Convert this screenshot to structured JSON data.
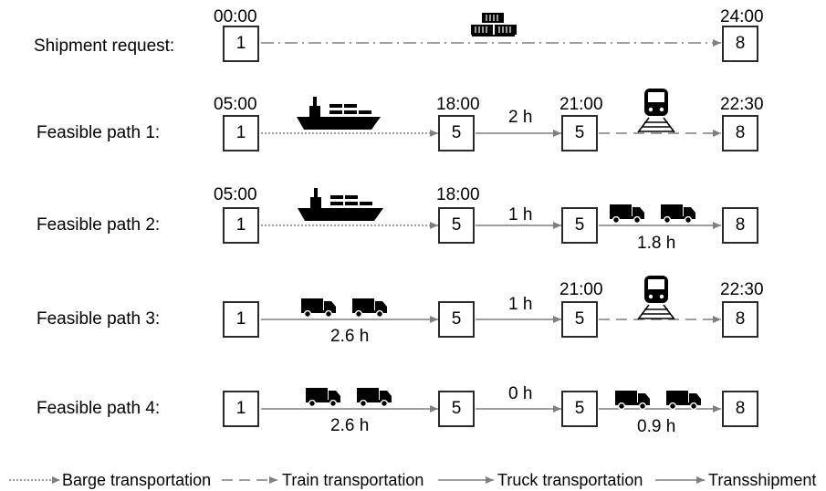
{
  "rows": [
    {
      "label": "Shipment request:",
      "nodes": [
        "1",
        "8"
      ],
      "times": [
        "00:00",
        "24:00"
      ]
    },
    {
      "label": "Feasible path 1:",
      "nodes": [
        "1",
        "5",
        "5",
        "8"
      ],
      "times": [
        "05:00",
        "18:00",
        "21:00",
        "22:30"
      ],
      "durations": [
        "2 h"
      ]
    },
    {
      "label": "Feasible path 2:",
      "nodes": [
        "1",
        "5",
        "5",
        "8"
      ],
      "times": [
        "05:00",
        "18:00"
      ],
      "durations": [
        "1 h",
        "1.8 h"
      ]
    },
    {
      "label": "Feasible path 3:",
      "nodes": [
        "1",
        "5",
        "5",
        "8"
      ],
      "times": [
        "21:00",
        "22:30"
      ],
      "durations": [
        "2.6 h",
        "1 h"
      ]
    },
    {
      "label": "Feasible path 4:",
      "nodes": [
        "1",
        "5",
        "5",
        "8"
      ],
      "durations": [
        "2.6 h",
        "0 h",
        "0.9 h"
      ]
    }
  ],
  "legend": {
    "barge": "Barge transportation",
    "train": "Train transportation",
    "truck": "Truck transportation",
    "transship": "Transshipment"
  },
  "icons": [
    "container-icon",
    "ship-icon",
    "train-icon",
    "truck-icon"
  ],
  "colors": {
    "line": "#7f7f7f",
    "box_border": "#2a2a2a",
    "icon": "#000000"
  }
}
